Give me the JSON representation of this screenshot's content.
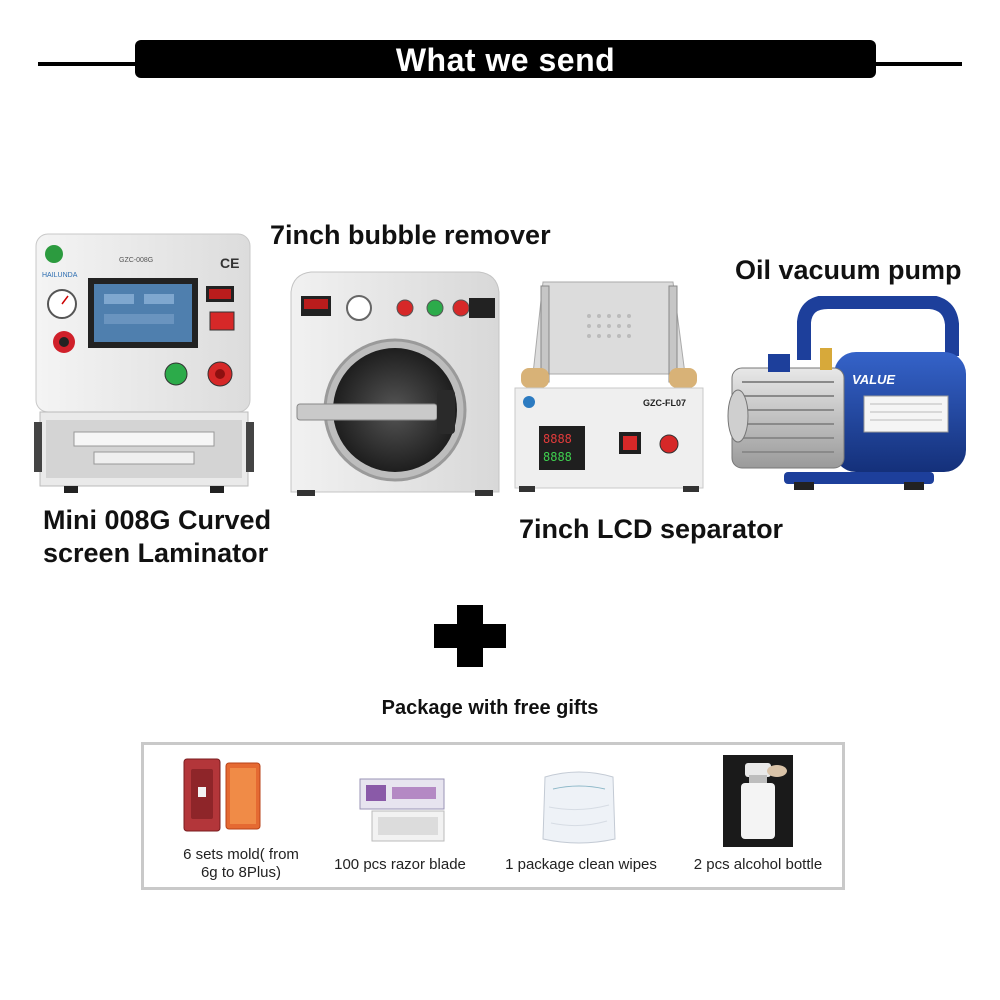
{
  "header": {
    "title": "What we send"
  },
  "products": [
    {
      "label_line1": "Mini 008G Curved",
      "label_line2": "screen Laminator",
      "icon": "oca-laminator-machine"
    },
    {
      "label": "7inch bubble remover",
      "icon": "bubble-remover-machine"
    },
    {
      "label": "7inch LCD separator",
      "icon": "lcd-separator-machine"
    },
    {
      "label": "Oil vacuum pump",
      "icon": "vacuum-pump"
    }
  ],
  "machine_text": {
    "laminator_brand": "HAILUNDA",
    "laminator_model": "GZC-008G",
    "laminator_ce": "CE",
    "separator_model": "GZC-FL07",
    "separator_display": "8888",
    "pump_brand": "VALUE"
  },
  "gifts": {
    "title": "Package with free gifts",
    "items": [
      {
        "caption_line1": "6 sets mold( from",
        "caption_line2": "6g to 8Plus)",
        "icon": "mold-set"
      },
      {
        "caption": "100 pcs razor blade",
        "icon": "razor-blade-pack"
      },
      {
        "caption": "1 package clean wipes",
        "icon": "clean-wipes-pack"
      },
      {
        "caption": "2 pcs alcohol bottle",
        "icon": "alcohol-bottle"
      }
    ]
  },
  "colors": {
    "banner_bg": "#000000",
    "panel_border": "#c9c9c9",
    "pump_blue": "#1d3f9b",
    "mold_red": "#b3363a"
  }
}
